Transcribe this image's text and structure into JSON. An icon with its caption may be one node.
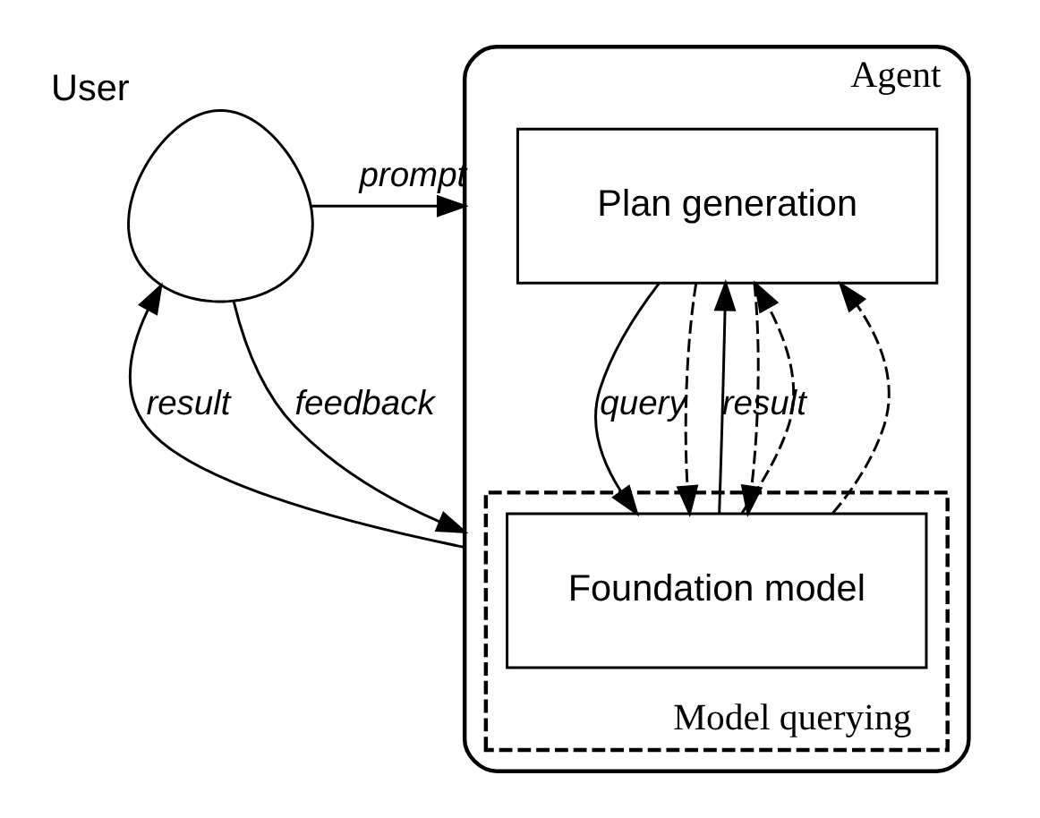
{
  "diagram": {
    "nodes": [
      {
        "text": [],
        "shape": "person",
        "beside": [
          "User"
        ]
      },
      {
        "text": [
          "Agent"
        ]
      },
      {
        "text": [
          "Plan generation"
        ],
        "in": 1
      },
      {
        "text": [
          "Model querying"
        ],
        "in": 1
      },
      {
        "text": [
          "Foundation model"
        ],
        "in": 3
      }
    ],
    "edges": [
      {
        "from": 0,
        "to": 1,
        "arrow": "to",
        "label": "prompt"
      },
      {
        "from": 1,
        "to": 0,
        "arrow": "to",
        "label": "result"
      },
      {
        "from": 0,
        "to": 1,
        "arrow": "to",
        "label": "feedback"
      },
      {
        "from": 2,
        "to": 4,
        "arrow": "to",
        "label": "query"
      },
      {
        "from": 2,
        "to": 4,
        "arrow": "to",
        "style": "dashed"
      },
      {
        "from": 2,
        "to": 4,
        "arrow": "to",
        "style": "dashed"
      },
      {
        "from": 4,
        "to": 2,
        "arrow": "to",
        "label": "result"
      },
      {
        "from": 4,
        "to": 2,
        "arrow": "to",
        "style": "dashed"
      },
      {
        "from": 4,
        "to": 2,
        "arrow": "to",
        "style": "dashed"
      }
    ]
  }
}
